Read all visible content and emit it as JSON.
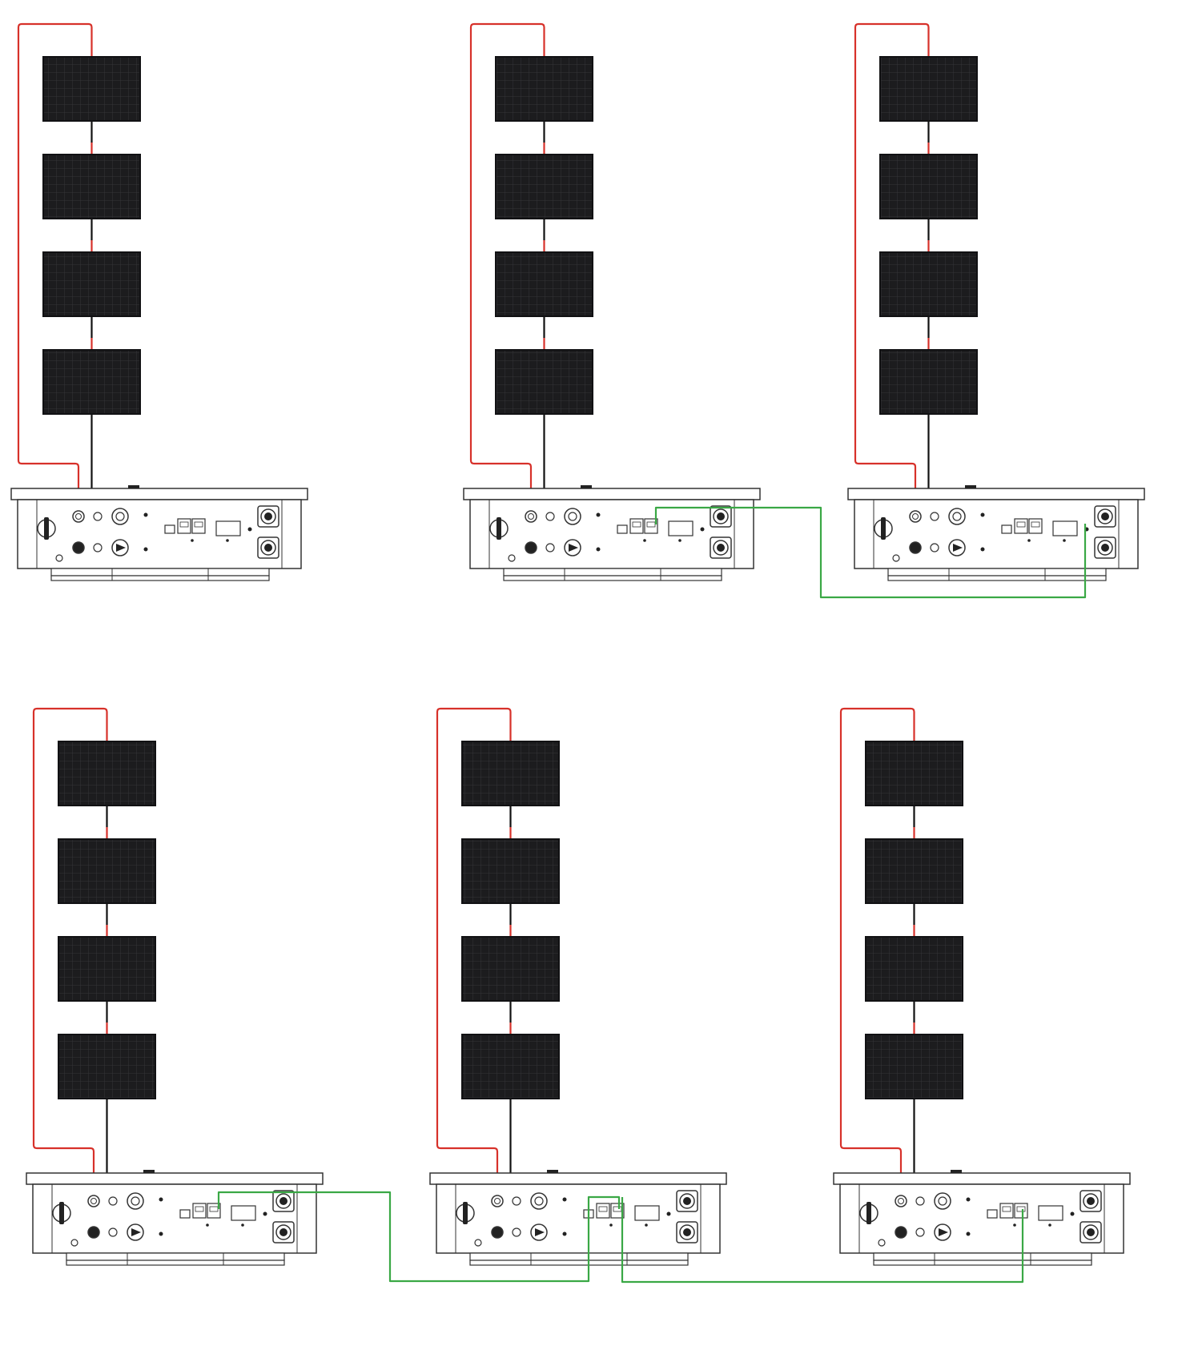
{
  "colors": {
    "background": "#ffffff",
    "positive_cable": "#d7312a",
    "negative_cable": "#111111",
    "comm_cable": "#3aa845",
    "panel_fill": "#1c1c1e",
    "panel_cell_line": "#3a3a3e",
    "inverter_stroke": "#333333"
  },
  "systems": [
    {
      "id": "system-1",
      "panels_per_string": 4,
      "icon": "inverter-icon"
    },
    {
      "id": "system-2",
      "panels_per_string": 4,
      "icon": "inverter-icon"
    },
    {
      "id": "system-3",
      "panels_per_string": 4,
      "icon": "inverter-icon"
    },
    {
      "id": "system-4",
      "panels_per_string": 4,
      "icon": "inverter-icon"
    },
    {
      "id": "system-5",
      "panels_per_string": 4,
      "icon": "inverter-icon"
    },
    {
      "id": "system-6",
      "panels_per_string": 4,
      "icon": "inverter-icon"
    }
  ],
  "comm_links": [
    {
      "from": "system-2",
      "to": "system-3"
    },
    {
      "from": "system-4",
      "to": "system-5"
    },
    {
      "from": "system-5",
      "to": "system-6"
    }
  ]
}
